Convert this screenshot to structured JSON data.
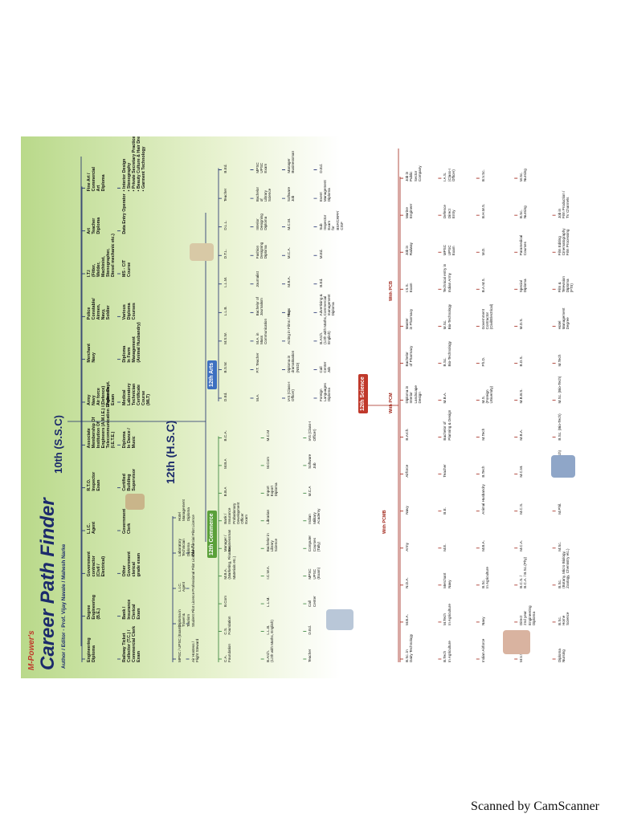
{
  "poster": {
    "brand": "M-Power's",
    "title": "Career Path Finder",
    "author": "Author / Editor - Prof. Vijay Navale / Mahesh Narke",
    "level_ssc": "10th (S.S.C)",
    "level_hsc": "12th (H.S.C)",
    "stream_arts": "12th Arts",
    "stream_commerce": "12th Commerce",
    "stream_science": "12th Science",
    "with_pcb": "With PCB",
    "with_pcm": "With PCM",
    "with_pcmb": "With PCMB",
    "ssc_nodes": [
      "Engineering\nDiploma",
      "Degree\nEngineering\n(B.E.)",
      "Government\ncontractor\n(Civil /\nElectrical)",
      "L.I.C.\nAgent",
      "R.T.O.\nInspector\nExam",
      "Associate\nMembership Of\nInstitution Of\nEngineers (A.M.I.E.) /\nTelecommunication Engineers\n(I.E.T.E.)",
      "Army\nNavy\nAir force\n(Defence)\nPolice Dept.\nExam",
      "Merchant\nNavy",
      "Police\nConstable/\nAirmen,\nNavy,\nSoldier",
      "I.T.I\n(Fitter,\nWelder,\nMachinist,\nStenographer,\nDiesel mechanic etc.)",
      "Art\nTeacher\nDiploma",
      "Fine Art /\nCommercial\nArt\nDiploma",
      "Railway Ticket\nCollector (T.C.) /\nCommercial Clerk\nExam",
      "Bank /\nInsurance\nClerical\nExam",
      "Other\nGovernment\nclerical\ngrade exam",
      "Government\nClerk",
      "Certified\nBuilding\nSupervisor",
      "Diploma\nIn Dance /\nMusic",
      "Medical\nLaboratory\nTechnician\nCertificate\nCourse\n(MLT)",
      "Diploma\nIn Farm\nManagement\n(Animal Husbandry)",
      "Various\nDiploma\nCourses",
      "MS - CIT\nCourse",
      "Data Entry Operator",
      "• Interior Design\n• Stenography\n• Private Secretary Practice\n• Beauty Culture & Hair Dressing\n• Garment Technology"
    ],
    "hsc_nodes": [
      "MPSC / UPSC (Exam)",
      "Diploma in\nTravel &\nTourism",
      "L.I.C.\nAgent",
      "Laboratory\nTechnician\nDiploma\n(M.L.T.)",
      "Hotel\nManagement\nDiploma",
      "Air Hostess /\nFlight Steward",
      "Student Pilot Licence",
      "Professional Pilot Licence",
      "Commercial Pilot Licence"
    ],
    "commerce_nodes": [
      "C.A.\nFoundation",
      "C.S.\nFoundation",
      "B.Com",
      "M.B.A.\n(Marketing, Finance,\nMaterials etc.)",
      "Manager /\nBusinessman",
      "Bank /\nInsurance\nProbationary\nDevelopment\nOfficer\nExam",
      "B.B.A",
      "M.B.A",
      "B.C.A.",
      "B.Arch.\n(12th with Maths, English)",
      "L.L.B.",
      "L.L.M.",
      "I.C.W.A.",
      "Bachelor in\nLibrary\nScience",
      "Librarian",
      "Import\nExport\nDiploma",
      "M.Com",
      "M.C.M",
      "Teacher",
      "D.Ed.",
      "Call\nCenter",
      "MPSC\nUPSC\n(Exam)",
      "Computer\nCourses\n(Tally)",
      "Indian\nMilitary\nAcademy",
      "M.C.A",
      "Software\nJob",
      "IAS (Class-I\nOfficer)"
    ],
    "arts_nodes": [
      "D.Ed.",
      "B.S.W.",
      "M.S.W.",
      "L.L.B.",
      "L.L.M.",
      "D.T.L.",
      "D.L.L.",
      "Teacher",
      "B.Ed.",
      "M.A.",
      "P.T. Teacher",
      "M.A. in\nMass\nCommunication",
      "Bachelor of\nJournalism",
      "Journalist",
      "Fashion\nDesigning\nDiploma",
      "Interior\nDesigning\nDiploma",
      "Bachelor\nof\nLibrary\nScience",
      "MPSC\nUPSC\nExam",
      "IAS (Class-I\nOfficer)",
      "Diploma in\ndramatisation\n(NSD)",
      "Acting in Films / Plays",
      "B.A.",
      "M.B.A.",
      "M.C.A.",
      "M.C.M.",
      "Software\nJob",
      "Manager\nBusinessman",
      "Foreign\nLanguages\nDiploma",
      "Call\nCenter\nJob",
      "B.Arch.\n(12th with Maths,\nEnglish)",
      "Advertising &\nCommercial\nmanagement\nDiploma",
      "B.Ed.",
      "M.Ed.",
      "Sub\nInspector\nExam\nfor\nBSF/CRPF/\nCISF",
      "Event\nManagement\nDiploma",
      "D.Ed."
    ],
    "science_nodes": [
      "B.Sc. in\nDairy Technology",
      "M.B.A.",
      "N.D.A.",
      "Army",
      "Navy",
      "Airforce",
      "B.Arch.",
      "Diploma in\nInterior\nLandscape\nDesign",
      "Bachelor\nof Pharmacy",
      "Master\nin Pharmacy",
      "I.S.S.\nExam",
      "Job in\nRailway",
      "Marine\nEngineer",
      "Job in\nPublic\nSector\nCompany",
      "B.Tech\nIn Agriculture",
      "M.Tech\nIn Agriculture",
      "Merchant\nNavy",
      "M.E.",
      "B.E.",
      "Teacher",
      "Bachelor of\nPlanning & Design",
      "M.B.A.",
      "B.Sc.\nBio-Technology",
      "M.Sc.\nBio-Technology",
      "Technical entry in\nIndian Army",
      "MPSC\nUPSC\nExam",
      "Defence\nDirect\nEntry",
      "I.A.S.\n(Class-I\nOfficer)",
      "Indian Airforce",
      "Navy",
      "B.Sc.\nIn Agriculture",
      "M.B.A.",
      "Animal Husbandry",
      "B.Tech",
      "M.Tech",
      "M.S.\n(Foreign\nUniversity)",
      "Ph.D.",
      "Government\nContractor\n(Civil/Electrical)",
      "B.A.M.S.",
      "M.D.",
      "B.H.M.S.",
      "B.V.Sc.",
      "M.V.Sc.",
      "Direct\n2nd year\nEngineering\nDiploma",
      "B.C.S. /\nB.C.A. / B.Sc.(Phy)",
      "M.C.A.",
      "M.C.S.",
      "M.C.M.",
      "M.B.A.",
      "M.B.B.S.",
      "B.D.S.",
      "M.D.S.",
      "Special\nDiploma",
      "Paramedical\nCourses",
      "B.Sc.\nNursing",
      "M.Sc.\nNursing",
      "Diploma\nNursing",
      "B.Sc.\nHome\nScience",
      "B.Sc.\n(Botany, Micro Biology,\nZoology, Chemistry etc.)",
      "M.Sc.",
      "M.Phil.",
      "Ph.D. (Bio-Tech)",
      "B.Sc. (Bio-Tech)",
      "M.Sc. (Bio-Tech)",
      "M.Tech",
      "Hotel\nManagement\nDegree",
      "Film &\nTelevision\nDiploma\n(FTII)",
      "Film Editing\nCinematography\nFilm Processing",
      "Job in\nFilm Production /\nTV Channels"
    ]
  },
  "footer": "Scanned by CamScanner"
}
